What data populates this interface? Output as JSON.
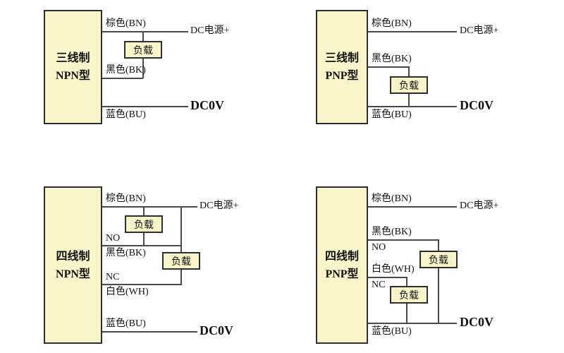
{
  "colors": {
    "background": "#ffffff",
    "box_fill": "#f9f4ca",
    "box_border": "#2e2e2e",
    "wire": "#4a4a4a",
    "text": "#111111"
  },
  "diagrams": {
    "npn3": {
      "box_line1": "三线制",
      "box_line2": "NPN型",
      "brown": "棕色(BN)",
      "black": "黑色(BK)",
      "blue": "蓝色(BU)",
      "load1": "负载",
      "power": "DC电源+",
      "ground": "DC0V"
    },
    "pnp3": {
      "box_line1": "三线制",
      "box_line2": "PNP型",
      "brown": "棕色(BN)",
      "black": "黑色(BK)",
      "blue": "蓝色(BU)",
      "load1": "负载",
      "power": "DC电源+",
      "ground": "DC0V"
    },
    "npn4": {
      "box_line1": "四线制",
      "box_line2": "NPN型",
      "brown": "棕色(BN)",
      "no": "NO",
      "black": "黑色(BK)",
      "nc": "NC",
      "white": "白色(WH)",
      "blue": "蓝色(BU)",
      "load1": "负载",
      "load2": "负载",
      "power": "DC电源+",
      "ground": "DC0V"
    },
    "pnp4": {
      "box_line1": "四线制",
      "box_line2": "PNP型",
      "brown": "棕色(BN)",
      "black": "黑色(BK)",
      "no": "NO",
      "white": "白色(WH)",
      "nc": "NC",
      "blue": "蓝色(BU)",
      "load1": "负载",
      "load2": "负载",
      "power": "DC电源+",
      "ground": "DC0V"
    }
  }
}
